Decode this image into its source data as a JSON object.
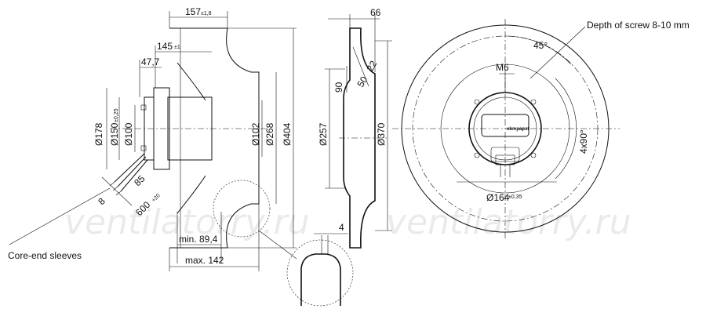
{
  "side_view": {
    "dim_157": "157",
    "tol_157": "±1,8",
    "dim_145": "145",
    "tol_145": "±1",
    "dim_477": "47,7",
    "dia_178": "Ø178",
    "dia_150": "Ø150",
    "tol_150": "±0,25",
    "dia_100": "Ø100",
    "dia_102": "Ø102",
    "dia_268": "Ø268",
    "dia_404": "Ø404",
    "dim_85": "85",
    "dim_8": "8",
    "dim_600": "600",
    "tol_600": "+20",
    "min_894": "min. 89,4",
    "max_142": "max. 142",
    "core_end": "Core-end sleeves"
  },
  "section_view": {
    "dim_66": "66",
    "dim_90": "90",
    "dim_50": "50",
    "dim_22": "22",
    "dia_257": "Ø257",
    "dia_370": "Ø370",
    "detail_4": "4"
  },
  "front_view": {
    "screw_depth": "Depth of screw 8-10 mm",
    "angle_45": "45°",
    "m6": "M6",
    "angle_4x90": "4x90°",
    "dia_164": "Ø164",
    "tol_164": "±0,35",
    "brand": "ebmpapst"
  },
  "watermark": {
    "left": "ventilatorry.ru",
    "right": "ventilatorry.ru"
  }
}
